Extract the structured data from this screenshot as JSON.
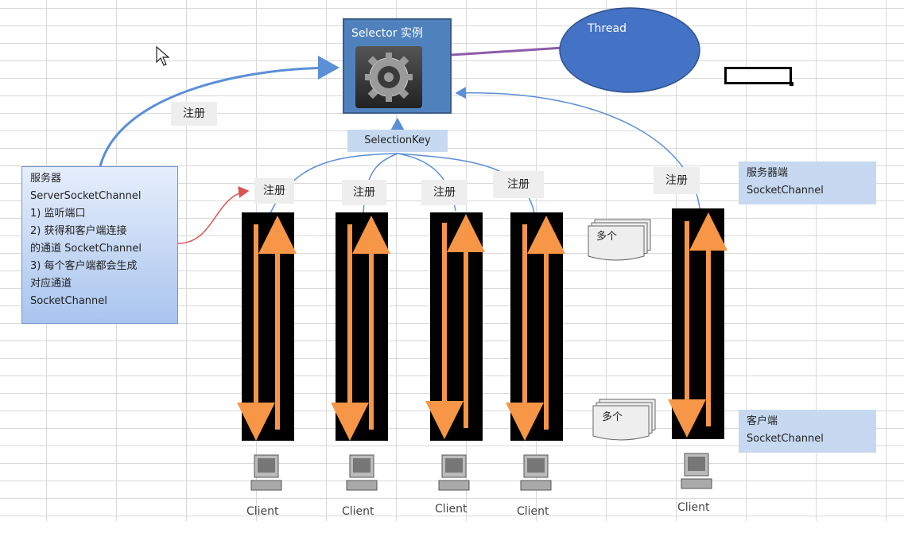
{
  "selector": {
    "title": "Selector 实例"
  },
  "thread": {
    "label": "Thread"
  },
  "selection_key": {
    "label": "SelectionKey"
  },
  "register_label": "注册",
  "server": {
    "lines": [
      "服务器",
      "ServerSocketChannel",
      "1) 监听端口",
      "2)  获得和客户端连接",
      "的通道 SocketChannel",
      "3) 每个客户端都会生成",
      "对应通道",
      "SocketChannel"
    ]
  },
  "server_end": {
    "title": "服务器端",
    "subtitle": "SocketChannel"
  },
  "client_end": {
    "title": "客户端",
    "subtitle": "SocketChannel"
  },
  "multiple_label": "多个",
  "client_label": "Client",
  "colors": {
    "selector_fill": "#4f81bd",
    "thread_fill": "#4472c4",
    "arrow_orange": "#f79646",
    "channel_black": "#000000",
    "connector_blue": "#5b8fd6",
    "connector_red": "#d9534f",
    "thread_link": "#8e5ba8"
  }
}
